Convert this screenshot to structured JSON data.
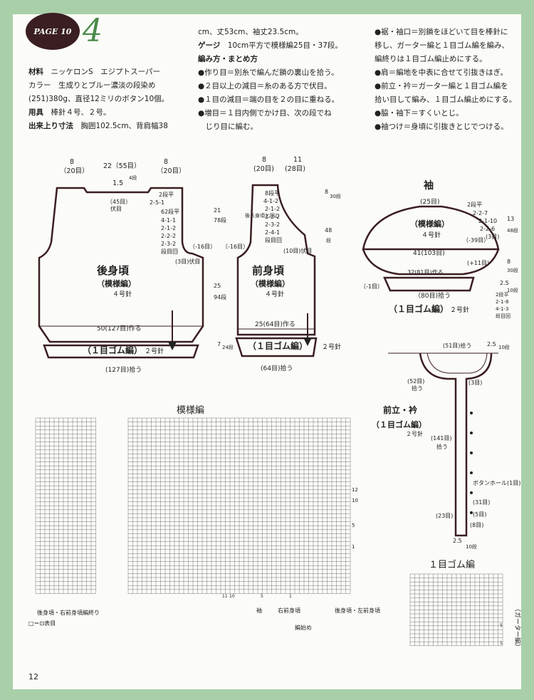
{
  "header": {
    "page_label": "PAGE 10",
    "number": "4"
  },
  "materials": {
    "lines": [
      {
        "label": "材料",
        "text": "ニッケロンS　エジプトスーパー"
      },
      {
        "label": "",
        "text": "カラー　生成りとブルー濃淡の段染め"
      },
      {
        "label": "",
        "text": "(251)380g、直径12ミリのボタン10個。"
      },
      {
        "label": "用具",
        "text": "棒針４号、２号。"
      },
      {
        "label": "出来上り寸法",
        "text": "胸囲102.5cm、背肩幅38"
      }
    ]
  },
  "middle": {
    "line1": "cm、丈53cm、袖丈23.5cm。",
    "gauge_label": "ゲージ",
    "gauge_text": "10cm平方で模様編25目・37段。",
    "method_title": "編み方・まとめ方",
    "steps": [
      "●作り目＝別糸で編んだ鎖の裏山を拾う。",
      "●２目以上の減目＝糸のある方で伏目。",
      "●１目の減目＝端の目を２の目に重ねる。",
      "●増目＝１目内側でかけ目、次の段でね",
      "　じり目に編む。"
    ]
  },
  "right": {
    "steps": [
      "●裾・袖口＝別鎖をほどいて目を棒針に",
      "移し、ガーター編と１目ゴム編を編み、",
      "編終りは１目ゴム編止めにする。",
      "●肩＝編地を中表に合せて引抜きはぎ。",
      "●前立・衿＝ガーター編と１目ゴム編を",
      "拾い目して編み、１目ゴム編止めにする。",
      "●脇・袖下＝すくいとじ。",
      "●袖つけ＝身頃に引抜きとじでつける。"
    ]
  },
  "back": {
    "title": "後身頃",
    "pattern": "（模様編）",
    "needle": "４号針",
    "top_left": "8",
    "top_left2": "（20目）",
    "top_mid": "22（55目）",
    "top_right": "8",
    "top_right2": "（20目）",
    "neck": "1.5",
    "neck2": "4段",
    "neck_dec": [
      "2段平",
      "2-5-1"
    ],
    "neck_st": [
      "（45目）",
      "伏目"
    ],
    "arm_dec": [
      "62段平",
      "4-1-1",
      "2-1-2",
      "2-2-2",
      "2-3-2",
      "段目回"
    ],
    "arm_bind": "（-16目）",
    "arm_bind2": "(3目)伏目",
    "h1": "21",
    "h1b": "78段",
    "h2": "25",
    "h2b": "94段",
    "h3": "7",
    "h3b": "24段",
    "cast": "50(127目)作る",
    "rib": "（１目ゴム編）",
    "rib_needle": "２号針",
    "bottom": "(127目)拾う"
  },
  "front": {
    "title": "前身頃",
    "pattern": "（模様編）",
    "needle": "４号針",
    "top_left": "8",
    "top_left2": "(20目)",
    "top_right": "11",
    "top_right2": "(28目)",
    "dec": [
      "8段平",
      "4-1-2",
      "2-1-2",
      "2-2-2",
      "2-3-2",
      "2-4-1",
      "段目回"
    ],
    "neck_note": "後ろ身頃と同じ",
    "arm_bind": "（-16目）",
    "arm_bind2": "(10目)伏目",
    "h1": "8",
    "h1b": "30段",
    "h2": "48",
    "h2b": "段",
    "cast": "25(64目)作る",
    "rib": "（１目ゴム編）",
    "rib_needle": "２号針",
    "bottom": "(64目)拾う"
  },
  "sleeve": {
    "title": "袖",
    "st": "(25目)",
    "pattern": "（模様編）",
    "needle": "４号針",
    "dec": [
      "2段平",
      "2-2-7",
      "2-1-10",
      "2-2-6",
      "(3目)"
    ],
    "bind": "（-39目）",
    "h1": "13",
    "h1b": "48段",
    "width": "41(103目)",
    "inc": "(+11目)",
    "cast": "32(81目)作る",
    "minus": "（-1目）",
    "bottom": "（80目)拾う",
    "rib": "（１目ゴム編）",
    "rib_needle": "２号針",
    "h2": "8",
    "h2b": "30段",
    "h3": "2.5",
    "h3b": "10段",
    "rib_dec": [
      "2段平",
      "2-1-8",
      "4-1-3",
      "段目回"
    ]
  },
  "band": {
    "title": "前立・衿",
    "subtitle": "（１目ゴム編）",
    "needle": "２号針",
    "top": "(51目)拾う",
    "w": "2.5",
    "wb": "10段",
    "left_top": "(52目)",
    "left_top2": "拾う",
    "three": "(3目)",
    "pick": "(141目)",
    "pick2": "拾う",
    "buttonhole": "ボタンホール(1目)",
    "st31": "(31目)",
    "st23": "(23目)",
    "st5": "(5目)",
    "st8": "(8目)",
    "b1": "2.5",
    "b2": "10段"
  },
  "chart": {
    "title": "模様編",
    "left_note": "後身頃・右前身頃編終り",
    "legend": "□＝⊡表目",
    "labels": [
      "袖",
      "右前身頃",
      "後身頃・左前身頃"
    ],
    "start": "編始め",
    "row_nums": [
      "12",
      "10",
      "5",
      "1"
    ],
    "col_nums": [
      "11",
      "10",
      "5",
      "1"
    ]
  },
  "ribchart": {
    "title": "１目ゴム編",
    "side": "（ガーター編）",
    "rows": [
      "5",
      "1"
    ]
  },
  "page_number": "12"
}
